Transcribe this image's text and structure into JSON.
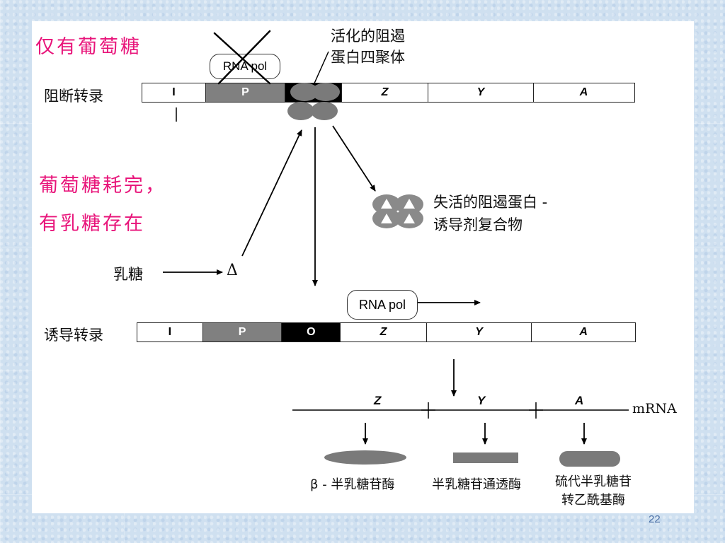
{
  "titles": {
    "glucose_only": "仅有葡萄糖",
    "lactose_present_line1": "葡萄糖耗完，",
    "lactose_present_line2": "有乳糖存在"
  },
  "row_labels": {
    "blocked": "阻断转录",
    "induced": "诱导转录"
  },
  "active_repressor": {
    "line1": "活化的阻遏",
    "line2": "蛋白四聚体"
  },
  "inactive_complex": {
    "line1": "失活的阻遏蛋白 -",
    "line2": "诱导剂复合物"
  },
  "lactose_label": "乳糖",
  "inducer_symbol": "Δ",
  "rna_pol": "RNA pol",
  "operon_top": [
    "I",
    "P",
    "",
    "Z",
    "Y",
    "A"
  ],
  "operon_bottom": [
    "I",
    "P",
    "O",
    "Z",
    "Y",
    "A"
  ],
  "mrna": {
    "label": "mRNA",
    "genes": [
      "Z",
      "Y",
      "A"
    ]
  },
  "enzymes": {
    "z": "β - 半乳糖苷酶",
    "y": "半乳糖苷通透酶",
    "a_line1": "硫代半乳糖苷",
    "a_line2": "转乙酰基酶"
  },
  "page_number": "22",
  "colors": {
    "title_pink": "#e8147a",
    "promoter_gray": "#808080",
    "operator_black": "#000000",
    "repressor_gray": "#7a7a7a"
  }
}
